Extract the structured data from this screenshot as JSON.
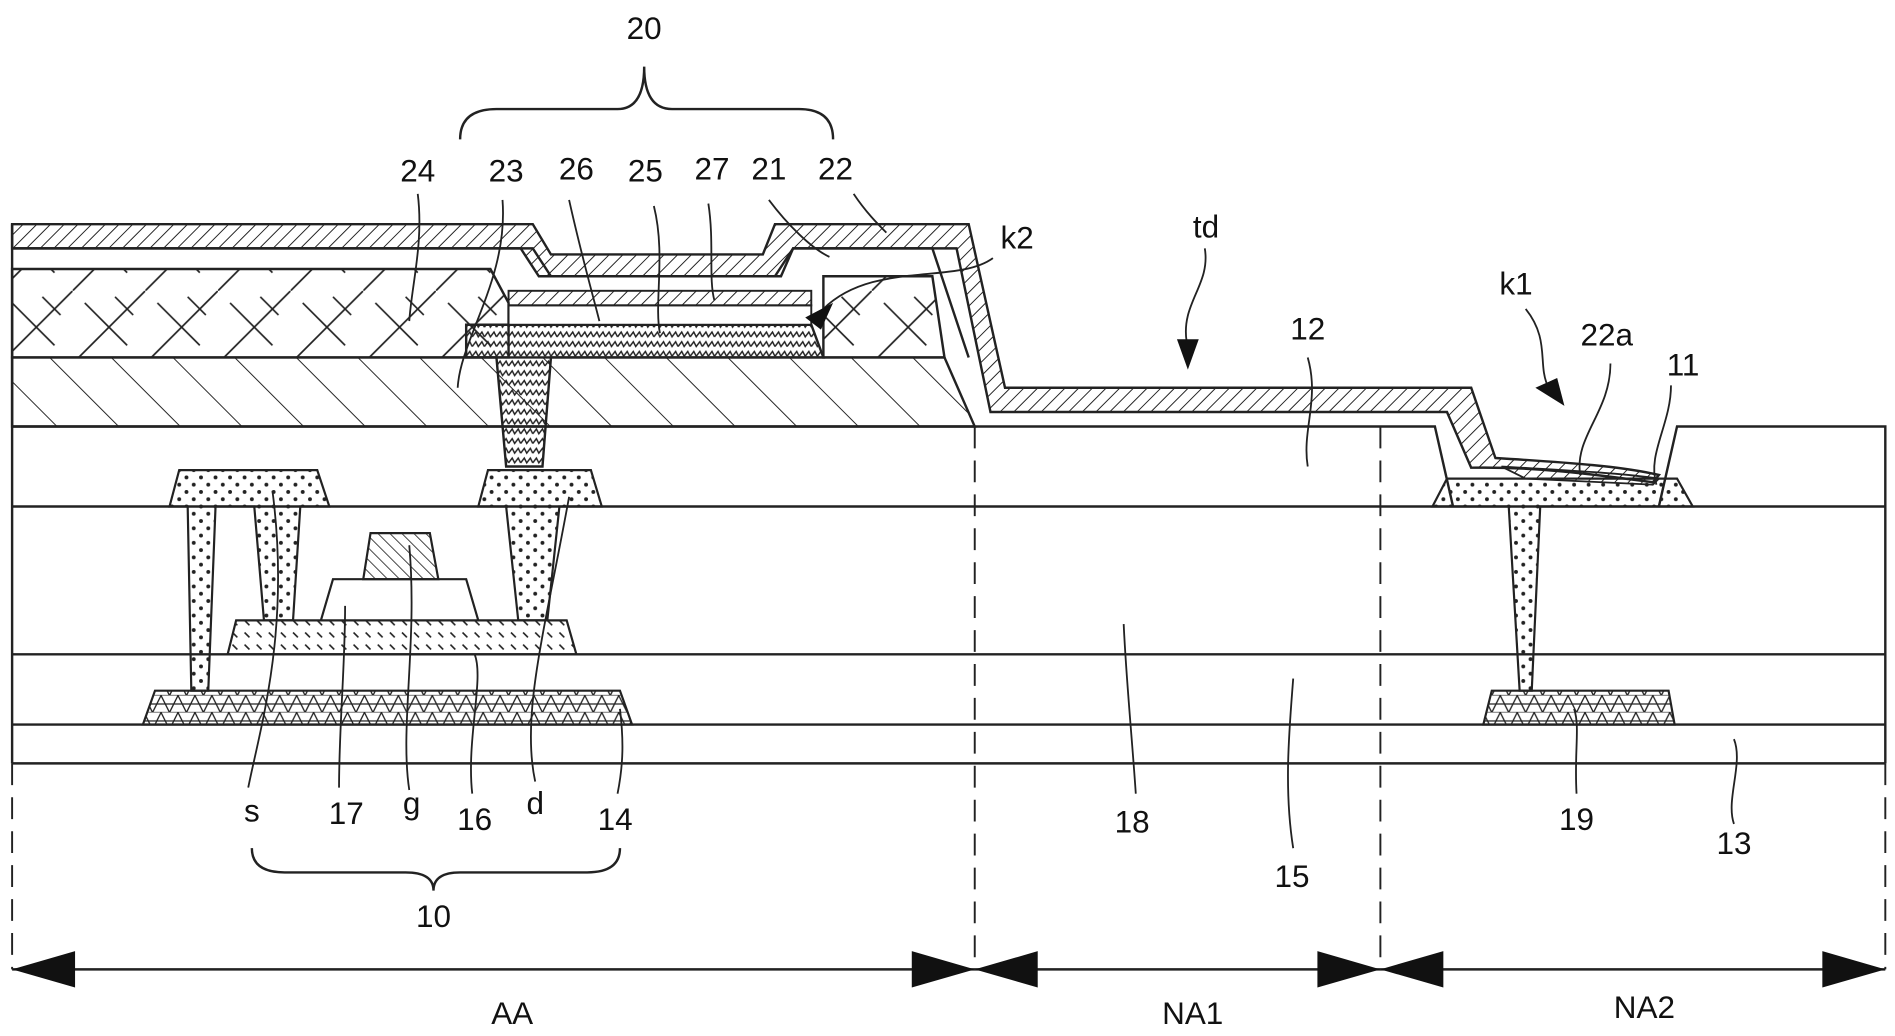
{
  "figure": {
    "type": "cross-sectional schematic",
    "group_labels": {
      "encapsulation_group": "20",
      "tft_group": "10"
    },
    "layer_labels": {
      "l24": "24",
      "l23": "23",
      "l26": "26",
      "l25": "25",
      "l27": "27",
      "l21": "21",
      "l22": "22",
      "l22a": "22a",
      "l11": "11",
      "l12": "12",
      "l13": "13",
      "l14": "14",
      "l15": "15",
      "l16": "16",
      "l17": "17",
      "l18": "18",
      "l19": "19"
    },
    "terminal_labels": {
      "source": "s",
      "gate": "g",
      "drain": "d"
    },
    "feature_labels": {
      "k1": "k1",
      "k2": "k2",
      "td": "td"
    },
    "regions": [
      {
        "id": "AA",
        "label": "AA"
      },
      {
        "id": "NA1",
        "label": "NA1"
      },
      {
        "id": "NA2",
        "label": "NA2"
      }
    ]
  }
}
